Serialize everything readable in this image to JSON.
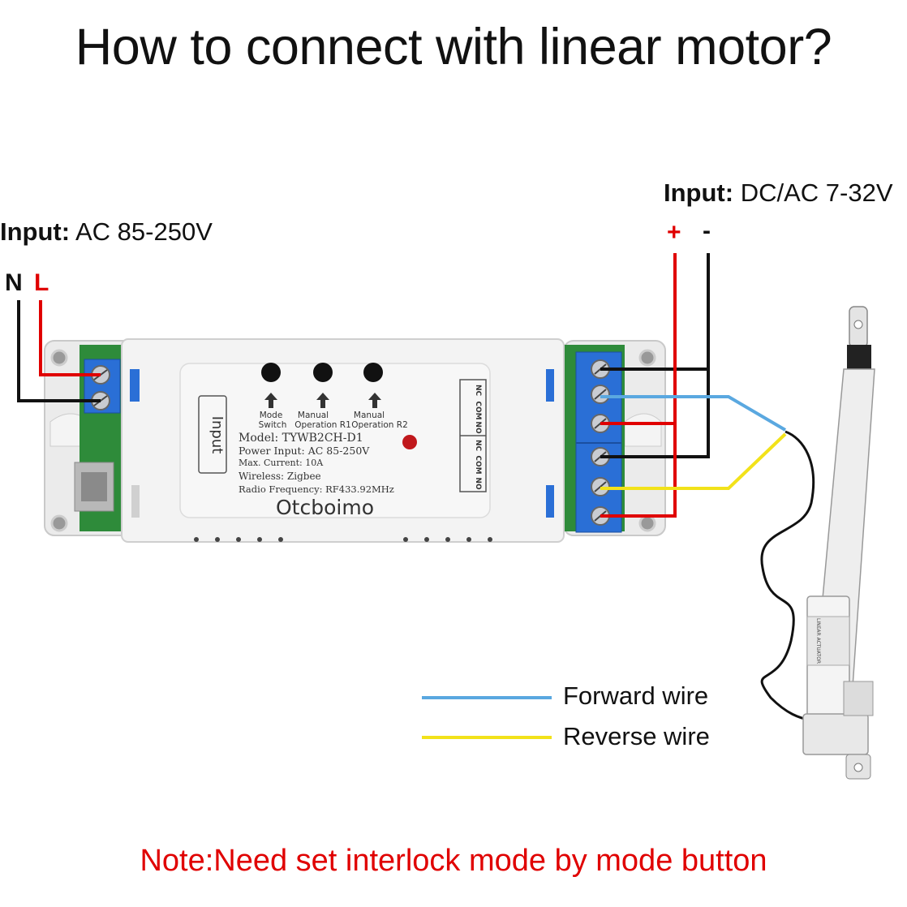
{
  "title": "How to connect with linear motor?",
  "ac_input": {
    "label": "Input:",
    "value": "AC 85-250V"
  },
  "dc_input": {
    "label": "Input:",
    "value": "DC/AC 7-32V"
  },
  "terminals": {
    "n": "N",
    "l": "L",
    "plus": "+",
    "minus": "-"
  },
  "device": {
    "side_label": "Input",
    "buttons": [
      {
        "line1": "Mode",
        "line2": "Switch"
      },
      {
        "line1": "Manual",
        "line2": "Operation R1"
      },
      {
        "line1": "Manual",
        "line2": "Operation R2"
      }
    ],
    "specs": [
      "Model:  TYWB2CH-D1",
      "Power Input: AC 85-250V",
      "Max. Current:  10A",
      "Wireless:  Zigbee",
      "Radio Frequency:  RF433.92MHz"
    ],
    "brand": "Otcboimo",
    "relay_labels_top": [
      "NC",
      "COM",
      "NO"
    ],
    "relay_labels_bottom": [
      "NC",
      "COM",
      "NO"
    ]
  },
  "actuator": {
    "label": "LINEAR ACTUATOR"
  },
  "legend": [
    {
      "label": "Forward wire",
      "color": "#5aa8e0"
    },
    {
      "label": "Reverse wire",
      "color": "#f2e21a"
    }
  ],
  "note": "Note:Need set interlock mode by mode button",
  "colors": {
    "red_wire": "#e00000",
    "black_wire": "#111111",
    "terminal_block": "#2a6fd6",
    "pcb": "#2e8b3a"
  }
}
